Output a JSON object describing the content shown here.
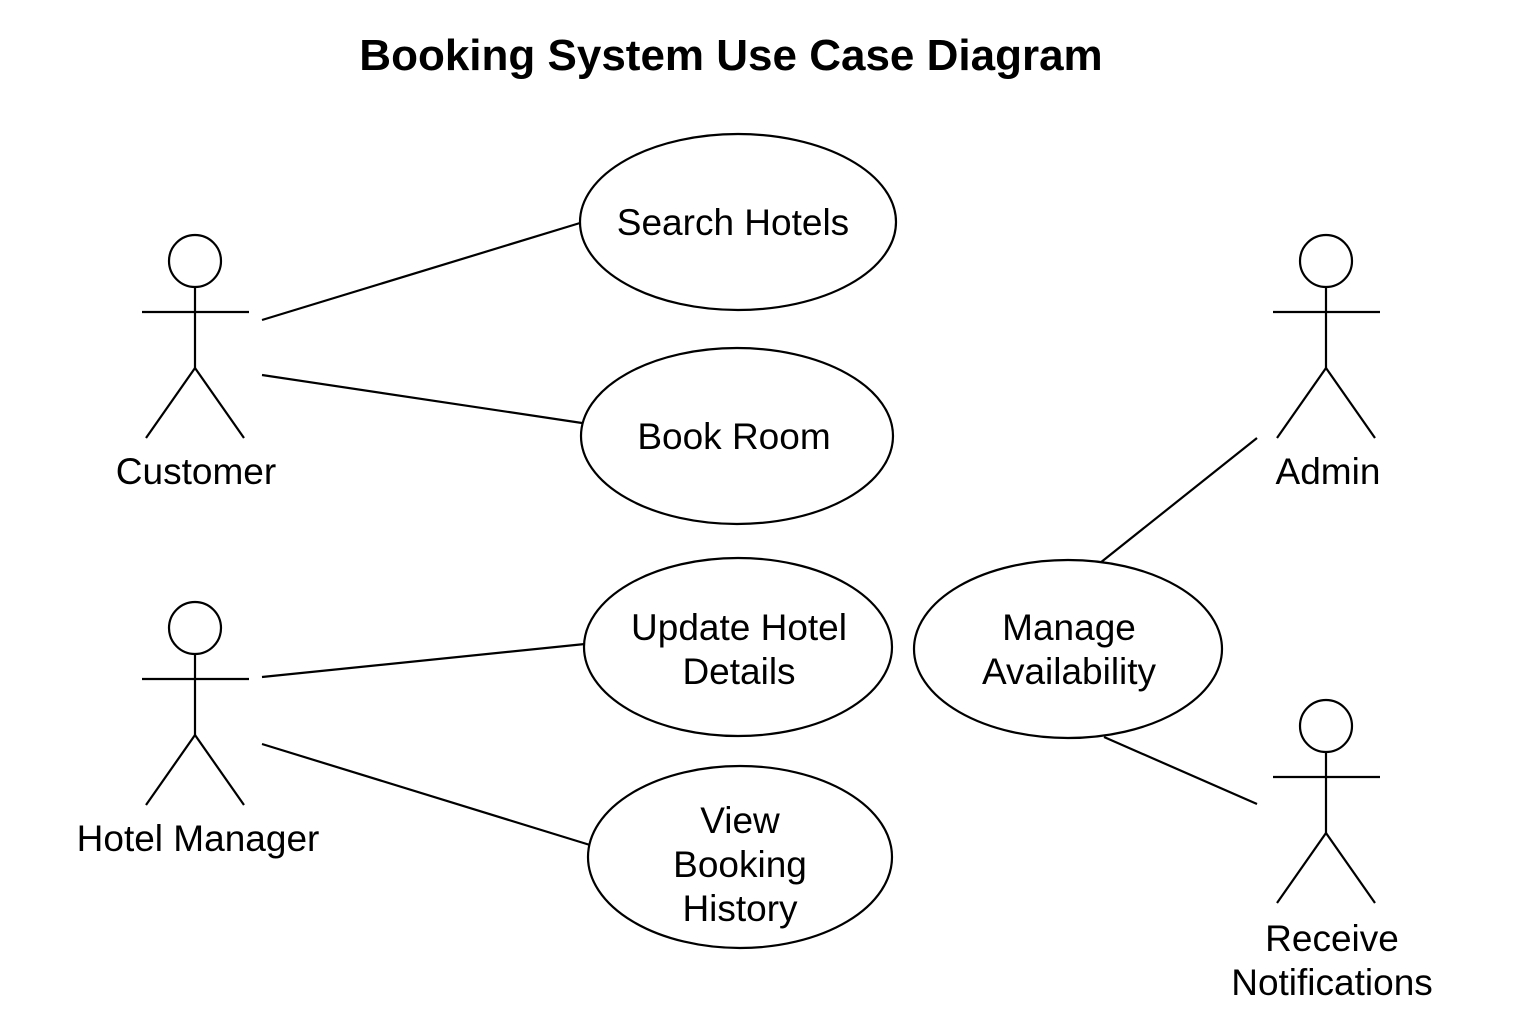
{
  "diagram": {
    "title": "Booking System Use Case Diagram",
    "actors": [
      {
        "id": "customer",
        "label": "Customer"
      },
      {
        "id": "hotel-manager",
        "label": "Hotel Manager"
      },
      {
        "id": "admin",
        "label": "Admin"
      },
      {
        "id": "receive-notifications",
        "label": "Receive Notifications"
      }
    ],
    "use_cases": [
      {
        "id": "search-hotels",
        "label": "Search Hotels"
      },
      {
        "id": "book-room",
        "label": "Book Room"
      },
      {
        "id": "update-hotel-details",
        "label": "Update Hotel Details"
      },
      {
        "id": "view-booking-history",
        "label": "View Booking History"
      },
      {
        "id": "manage-availability",
        "label": "Manage Availability"
      }
    ],
    "associations": [
      {
        "from": "customer",
        "to": "search-hotels"
      },
      {
        "from": "customer",
        "to": "book-room"
      },
      {
        "from": "hotel-manager",
        "to": "update-hotel-details"
      },
      {
        "from": "hotel-manager",
        "to": "view-booking-history"
      },
      {
        "from": "admin",
        "to": "manage-availability"
      },
      {
        "from": "receive-notifications",
        "to": "manage-availability"
      }
    ],
    "colors": {
      "stroke": "#000000",
      "background": "#ffffff"
    }
  }
}
